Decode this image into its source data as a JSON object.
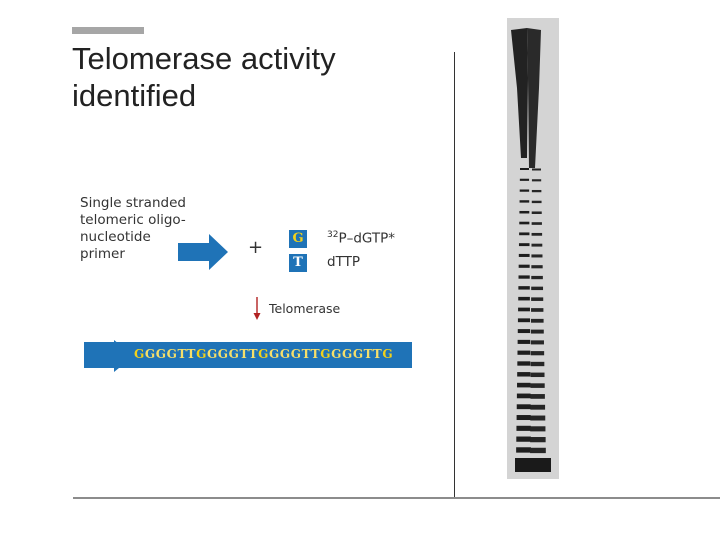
{
  "slide": {
    "title_line1": "Telomerase activity",
    "title_line2": "identified"
  },
  "figure": {
    "primer_lines": [
      "Single stranded",
      "telomeric oligo-",
      "nucleotide",
      "primer"
    ],
    "plus_sign": "+",
    "nucleotides": [
      {
        "symbol": "G",
        "reagent_sup": "32",
        "reagent": "P–dGTP*"
      },
      {
        "symbol": "T",
        "reagent_sup": "",
        "reagent": "dTTP"
      }
    ],
    "enzyme": "Telomerase",
    "product_sequence": "GGGGTTGGGGTTGGGGTTGGGGTTG",
    "colors": {
      "strand_blue": "#1f73b7",
      "label_red": "#b22222",
      "sequence_yellow": "#f6df6a",
      "highlight_yellow": "#f2d11a"
    }
  },
  "gel": {
    "band_count": 28
  }
}
